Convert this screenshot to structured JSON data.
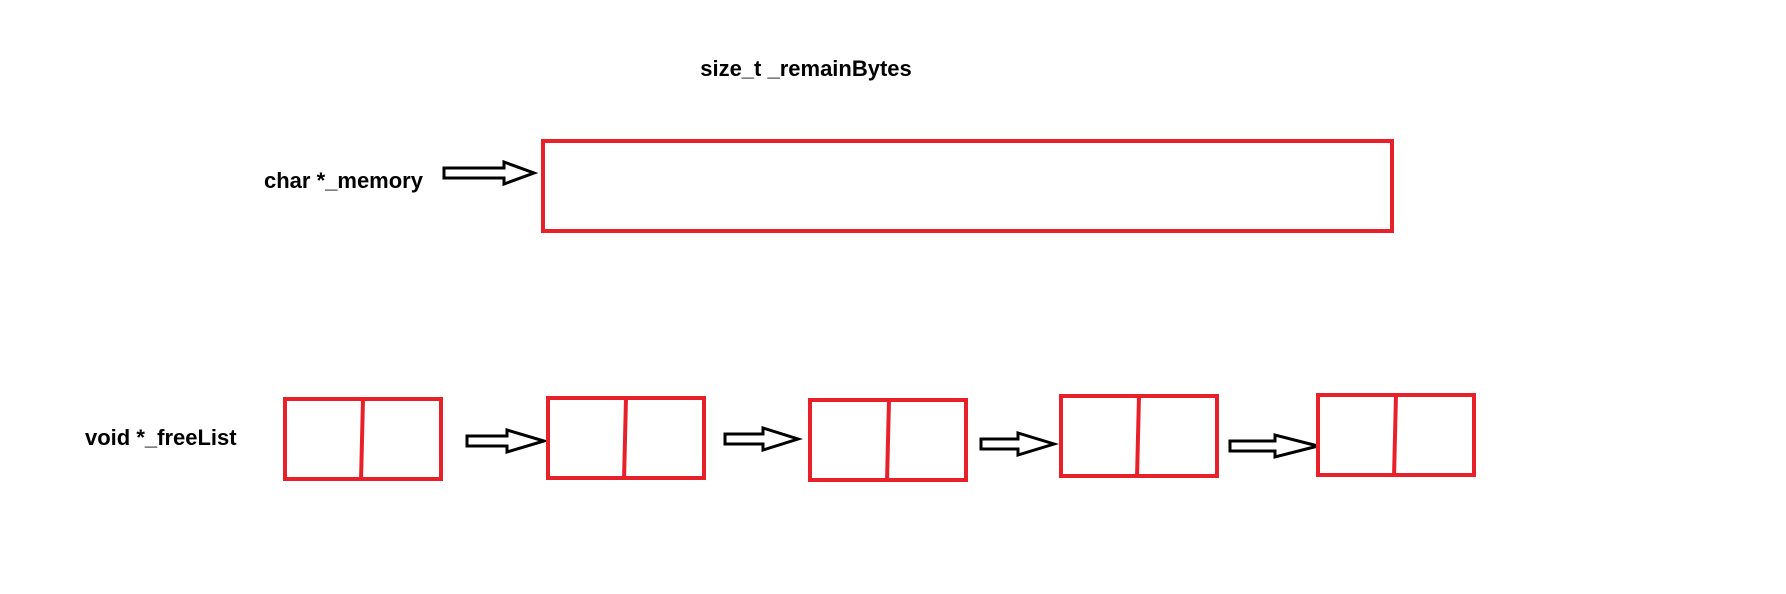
{
  "labels": {
    "remain_bytes": "size_t _remainBytes",
    "memory": "char *_memory",
    "free_list": "void *_freeList"
  },
  "free_list_node_count": 5,
  "colors": {
    "box_stroke": "#e8202a",
    "arrow_stroke": "#000000",
    "text": "#000000",
    "background": "#ffffff"
  }
}
